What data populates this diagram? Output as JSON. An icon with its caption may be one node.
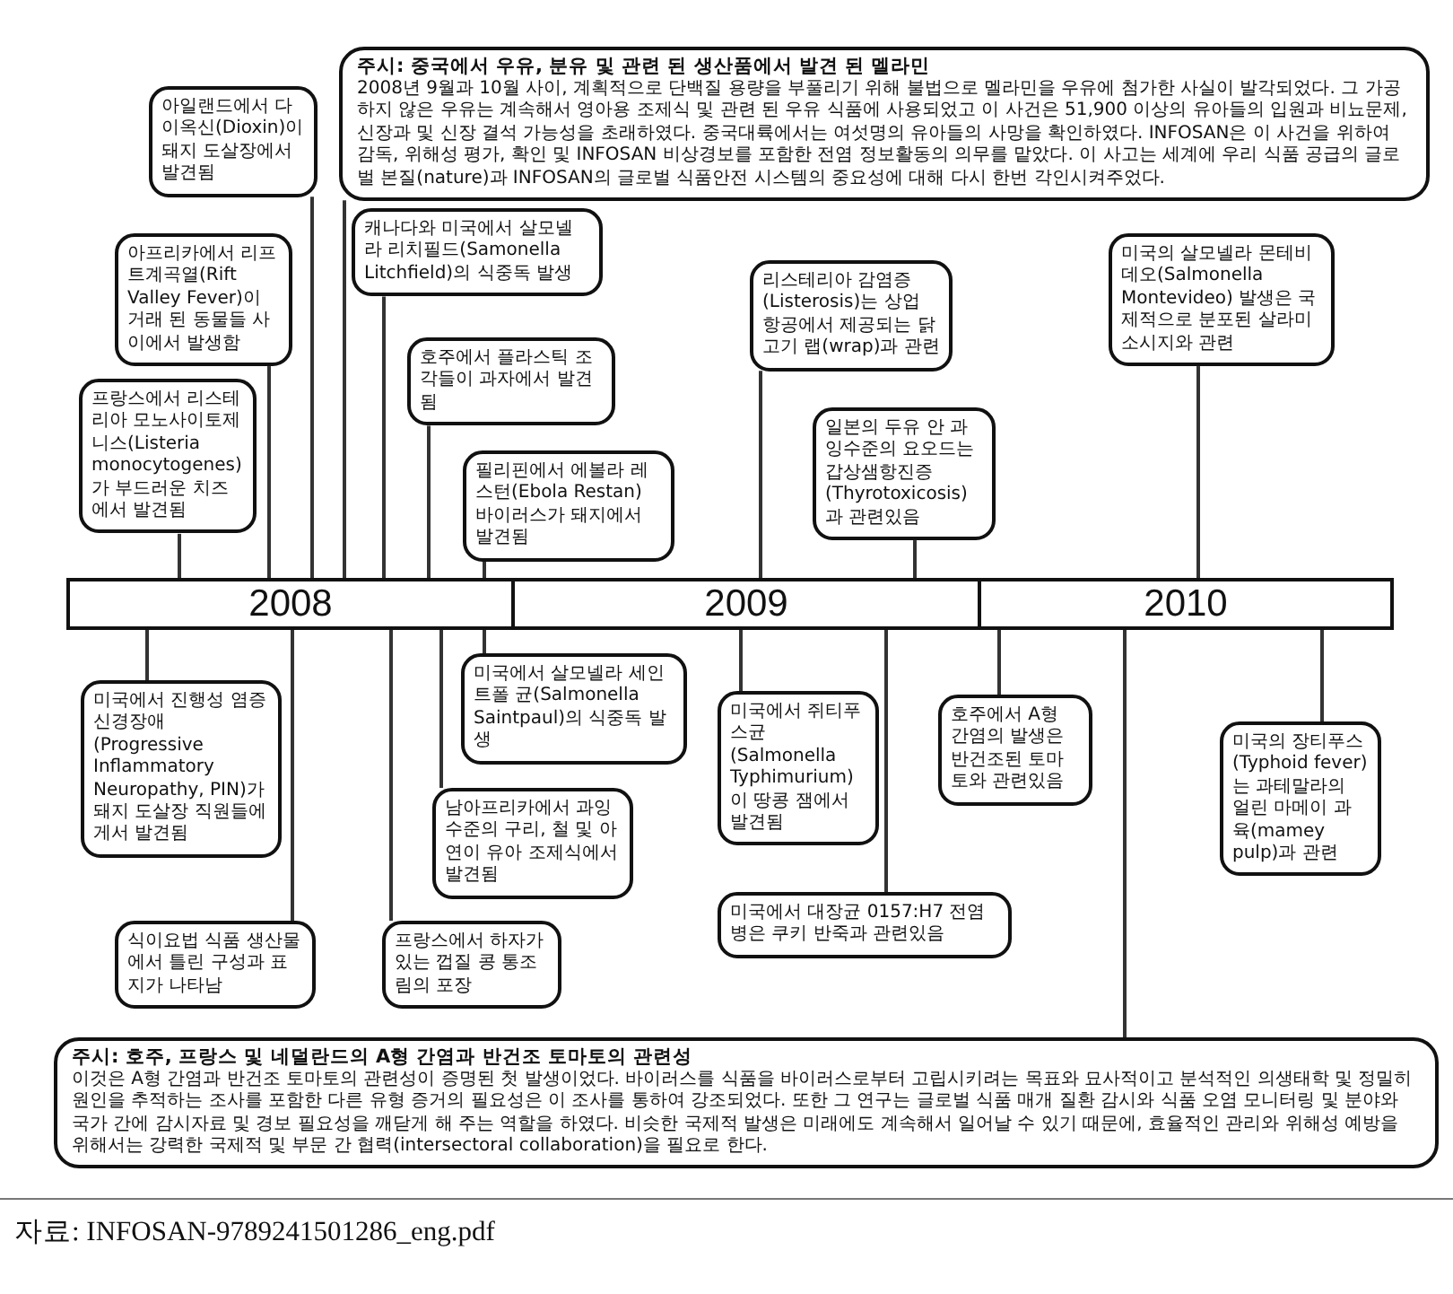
{
  "diagram": {
    "caption": "자료: INFOSAN-9789241501286_eng.pdf",
    "nodes": [
      {
        "text": [
          "주시: 중국에서 우유, 분유 및 관련 된 생산품에서 발견 된 멜라민",
          "2008년 9월과 10월 사이, 계획적으로 단백질 용량을 부풀리기 위해 불법으로 멜라민을 우유에 첨가한 사실이 발각되었다. 그 가공하지 않은 우유는 계속해서 영아용 조제식 및 관련 된 우유 식품에 사용되었고 이 사건은 51,900 이상의 유아들의 입원과 비뇨문제, 신장과 및 신장 결석 가능성을 초래하였다. 중국대륙에서는 여섯명의 유아들의 사망을 확인하였다. INFOSAN은 이 사건을 위하여 감독, 위해성 평가, 확인 및 INFOSAN 비상경보를 포함한 전염 정보활동의 의무를 맡았다. 이 사고는 세계에 우리 식품 공급의 글로벌 본질(nature)과 INFOSAN의 글로벌 식품안전 시스템의 중요성에 대해 다시 한번 각인시켜주었다."
        ]
      },
      {
        "text": [
          "아일랜드에서 다이옥신(Dioxin)이 돼지 도살장에서 발견됨"
        ]
      },
      {
        "text": [
          "아프리카에서 리프트계곡열(Rift Valley Fever)이 거래 된 동물들 사이에서 발생함"
        ]
      },
      {
        "text": [
          "프랑스에서 리스테리아 모노사이토제니스(Listeria monocytogenes)가 부드러운 치즈에서 발견됨"
        ]
      },
      {
        "text": [
          "캐나다와 미국에서 살모넬라 리치필드(Samonella Litchfield)의 식중독 발생"
        ]
      },
      {
        "text": [
          "호주에서 플라스틱 조각들이 과자에서 발견됨"
        ]
      },
      {
        "text": [
          "필리핀에서 에볼라 레스턴(Ebola Restan) 바이러스가 돼지에서 발견됨"
        ]
      },
      {
        "text": [
          "리스테리아 감염증(Listerosis)는 상업 항공에서 제공되는 닭고기 랩(wrap)과 관련"
        ]
      },
      {
        "text": [
          "일본의 두유 안 과잉수준의 요오드는 갑상샘항진증(Thyrotoxicosis)과 관련있음"
        ]
      },
      {
        "text": [
          "미국의 살모넬라 몬테비데오(Salmonella Montevideo) 발생은 국제적으로 분포된 살라미 소시지와 관련"
        ]
      },
      {
        "text": [
          "2008"
        ]
      },
      {
        "text": [
          "2009"
        ]
      },
      {
        "text": [
          "2010"
        ]
      },
      {
        "text": [
          "미국에서 진행성 염증 신경장애(Progressive Inflammatory Neuropathy, PIN)가 돼지 도살장 직원들에게서 발견됨"
        ]
      },
      {
        "text": [
          "식이요법 식품 생산물에서 틀린 구성과 표지가 나타남"
        ]
      },
      {
        "text": [
          "미국에서 살모넬라 세인트폴 균(Salmonella Saintpaul)의 식중독 발생"
        ]
      },
      {
        "text": [
          "남아프리카에서 과잉수준의 구리, 철 및 아연이 유아 조제식에서 발견됨"
        ]
      },
      {
        "text": [
          "프랑스에서 하자가 있는 껍질 콩 통조림의 포장"
        ]
      },
      {
        "text": [
          "미국에서 쥐티푸스균(Salmonella Typhimurium)이 땅콩 잼에서 발견됨"
        ]
      },
      {
        "text": [
          "호주에서 A형 간염의 발생은 반건조된 토마토와 관련있음"
        ]
      },
      {
        "text": [
          "미국에서 대장균 0157:H7 전염병은 쿠키 반죽과 관련있음"
        ]
      },
      {
        "text": [
          "미국의 장티푸스(Typhoid fever)는 과테말라의 얼린 마메이 과육(mamey pulp)과 관련"
        ]
      },
      {
        "text": [
          "주시: 호주, 프랑스 및 네덜란드의 A형 간염과 반건조 토마토의 관련성",
          "이것은 A형 간염과 반건조 토마토의 관련성이 증명된 첫 발생이었다. 바이러스를 식품을 바이러스로부터 고립시키려는 목표와 묘사적이고 분석적인 의생태학 및 정밀히 원인을 추적하는 조사를 포함한 다른 유형 증거의 필요성은 이 조사를 통하여 강조되었다. 또한 그 연구는 글로벌 식품 매개 질환 감시와 식품 오염 모니터링 및 분야와 국가 간에 감시자료 및 경보 필요성을 깨닫게 해 주는 역할을 하였다. 비슷한 국제적 발생은 미래에도 계속해서 일어날 수 있기 때문에, 효율적인 관리와 위해성 예방을 위해서는 강력한 국제적 및 부문 간 협력(intersectoral collaboration)을 필요로 한다."
        ]
      }
    ],
    "edges": [
      {
        "from": 0,
        "to": 10,
        "arrow": "none"
      },
      {
        "from": 1,
        "to": 10,
        "arrow": "none"
      },
      {
        "from": 2,
        "to": 10,
        "arrow": "none"
      },
      {
        "from": 3,
        "to": 10,
        "arrow": "none"
      },
      {
        "from": 4,
        "to": 10,
        "arrow": "none"
      },
      {
        "from": 5,
        "to": 10,
        "arrow": "none"
      },
      {
        "from": 6,
        "to": 10,
        "arrow": "none"
      },
      {
        "from": 7,
        "to": 11,
        "arrow": "none"
      },
      {
        "from": 8,
        "to": 11,
        "arrow": "none"
      },
      {
        "from": 9,
        "to": 12,
        "arrow": "none"
      },
      {
        "from": 13,
        "to": 10,
        "arrow": "none"
      },
      {
        "from": 14,
        "to": 10,
        "arrow": "none"
      },
      {
        "from": 15,
        "to": 10,
        "arrow": "none"
      },
      {
        "from": 16,
        "to": 10,
        "arrow": "none"
      },
      {
        "from": 17,
        "to": 10,
        "arrow": "none"
      },
      {
        "from": 18,
        "to": 11,
        "arrow": "none"
      },
      {
        "from": 19,
        "to": 12,
        "arrow": "none"
      },
      {
        "from": 20,
        "to": 11,
        "arrow": "none"
      },
      {
        "from": 21,
        "to": 12,
        "arrow": "none"
      },
      {
        "from": 22,
        "to": 12,
        "arrow": "none"
      }
    ]
  }
}
